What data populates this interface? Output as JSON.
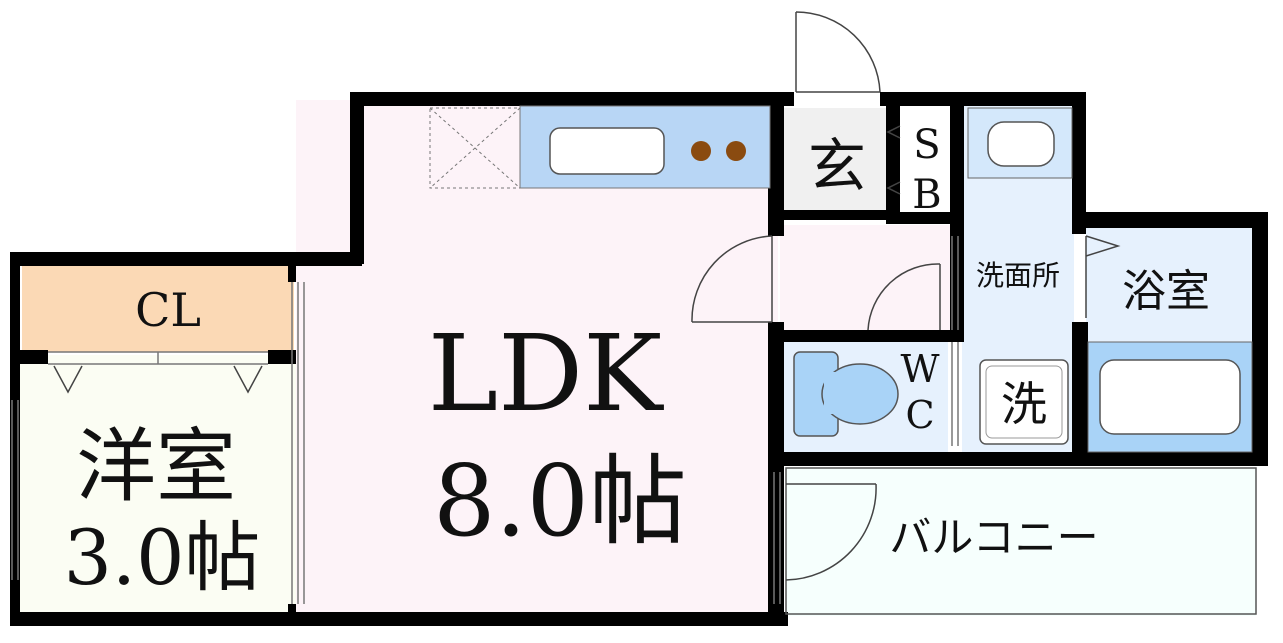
{
  "floorplan": {
    "rooms": {
      "ldk": {
        "name": "LDK",
        "size": "8.0帖"
      },
      "western": {
        "name": "洋室",
        "size": "3.0帖"
      },
      "closet": {
        "name": "CL"
      },
      "entrance": {
        "name": "玄"
      },
      "shoe_box": {
        "line1": "S",
        "line2": "B"
      },
      "washroom": {
        "name": "洗面所"
      },
      "bathroom": {
        "name": "浴室"
      },
      "toilet": {
        "line1": "W",
        "line2": "C"
      },
      "washer": {
        "name": "洗"
      },
      "balcony": {
        "name": "バルコニー"
      }
    },
    "colors": {
      "wall": "#000000",
      "ldk_floor": "#fdf3f8",
      "western_floor": "#fbfdf3",
      "closet": "#fbd9b5",
      "wet_area": "#e6f1fd",
      "fixture": "#a9d3f7",
      "kitchen_counter": "#b8d6f5",
      "balcony": "#f6fffd",
      "entrance": "#f0f0f0",
      "stove_burner": "#8a4b10"
    }
  }
}
